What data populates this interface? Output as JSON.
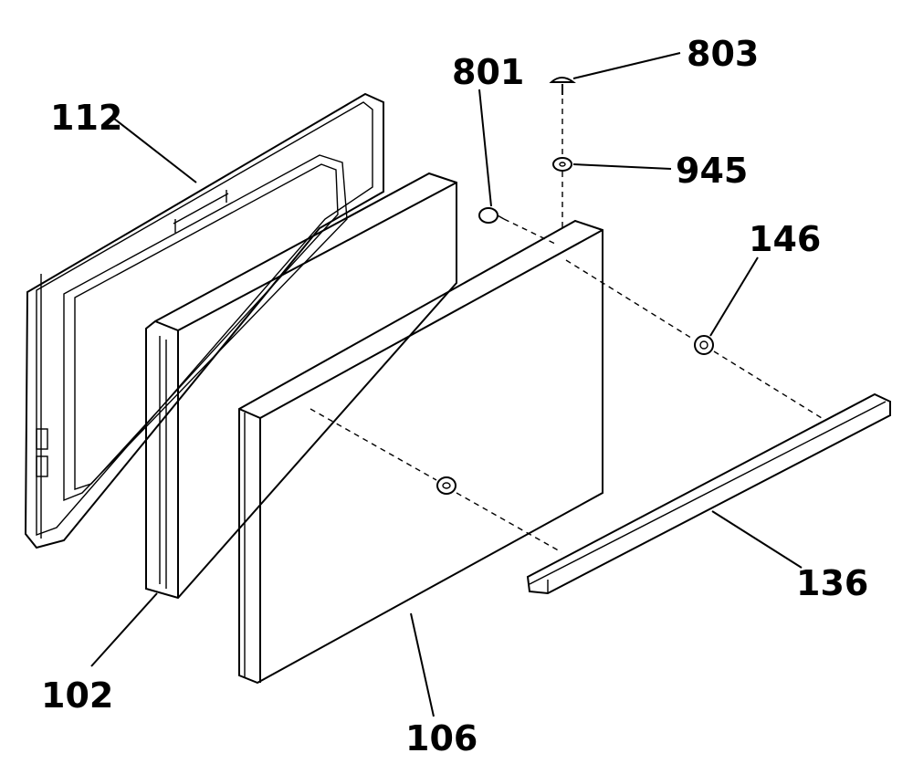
{
  "diagram": {
    "labels": {
      "frame": "112",
      "insulation": "102",
      "door_panel": "106",
      "screw_large": "801",
      "screw_small": "803",
      "washer": "945",
      "spacer": "146",
      "handle_strip": "136"
    }
  }
}
